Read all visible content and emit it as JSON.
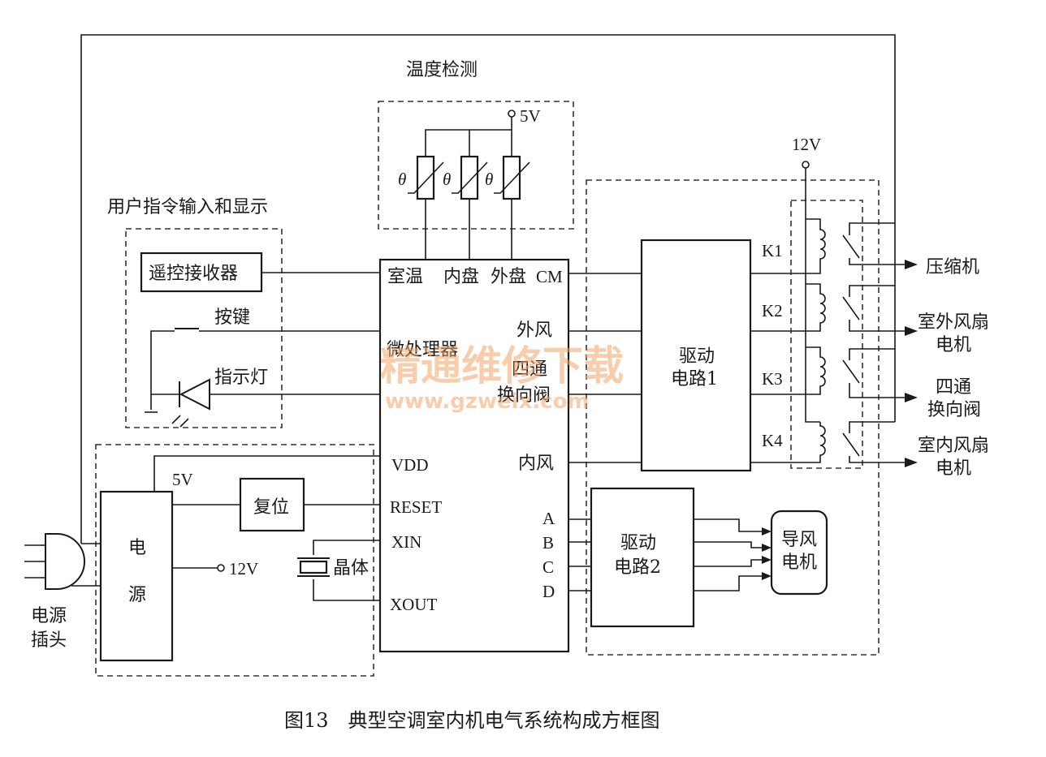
{
  "labels": {
    "temp_section": "温度检测",
    "v5_top": "5V",
    "v12_top": "12V",
    "user_section": "用户指令输入和显示",
    "remote": "遥控接收器",
    "key": "按键",
    "indicator": "指示灯",
    "mcu_room": "室温",
    "mcu_inner": "内盘",
    "mcu_outer": "外盘",
    "mcu_cm": "CM",
    "mcu_name": "微处理器",
    "mcu_outfan": "外风",
    "mcu_valve_1": "四通",
    "mcu_valve_2": "换向阀",
    "mcu_infan": "内风",
    "pin_vdd": "VDD",
    "pin_reset": "RESET",
    "pin_xin": "XIN",
    "pin_xout": "XOUT",
    "pin_a": "A",
    "pin_b": "B",
    "pin_c": "C",
    "pin_d": "D",
    "drv1_1": "驱动",
    "drv1_2": "电路1",
    "drv2_1": "驱动",
    "drv2_2": "电路2",
    "k1": "K1",
    "k2": "K2",
    "k3": "K3",
    "k4": "K4",
    "compressor": "压缩机",
    "outfan_1": "室外风扇",
    "outfan_2": "电机",
    "valve_1": "四通",
    "valve_2": "换向阀",
    "infan_1": "室内风扇",
    "infan_2": "电机",
    "louver_1": "导风",
    "louver_2": "电机",
    "power_1": "电",
    "power_2": "源",
    "v5_power": "5V",
    "v12_power": "12V",
    "reset": "复位",
    "crystal": "晶体",
    "plug_1": "电源",
    "plug_2": "插头",
    "theta1": "θ",
    "theta2": "θ",
    "theta3": "θ",
    "watermark_1": "精通维修下载",
    "watermark_2": "www.gzweix.com"
  },
  "caption": "图13　典型空调室内机电气系统构成方框图"
}
